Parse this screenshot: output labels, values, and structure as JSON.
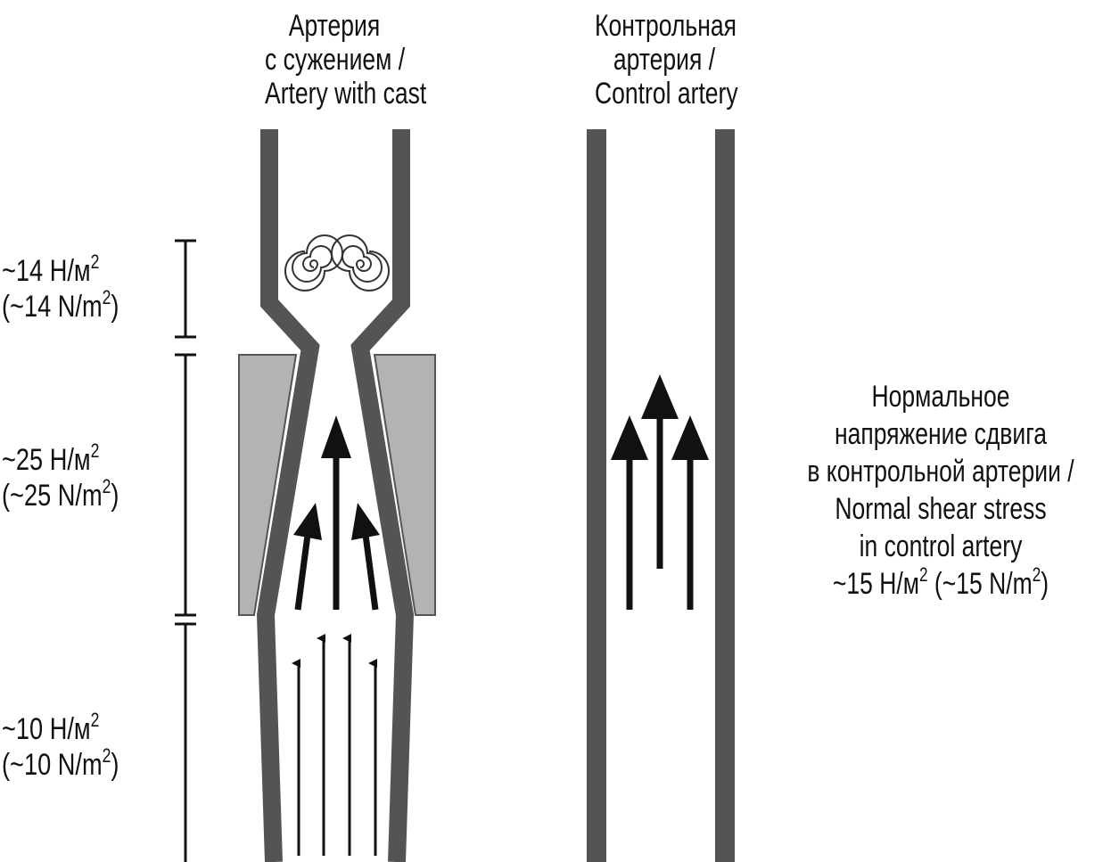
{
  "cast_artery_title": [
    "Артерия",
    "с сужением /",
    "Artery with cast"
  ],
  "control_artery_title": [
    "Контрольная",
    "артерия /",
    "Control artery"
  ],
  "stress_top": {
    "line1": "~14 Н/м",
    "sup1": "2",
    "line2": "(~14 N/m",
    "sup2": "2",
    "close2": ")"
  },
  "stress_mid": {
    "line1": "~25 Н/м",
    "sup1": "2",
    "line2": "(~25 N/m",
    "sup2": "2",
    "close2": ")"
  },
  "stress_bottom": {
    "line1": "~10 Н/м",
    "sup1": "2",
    "line2": "(~10 N/m",
    "sup2": "2",
    "close2": ")"
  },
  "normal_stress": {
    "lines": [
      "Нормальное",
      "напряжение сдвига",
      "в контрольной артерии /",
      "Normal shear stress",
      "in control artery"
    ],
    "value_ru": "~15 Н/м",
    "value_ru_sup": "2",
    "value_en": " (~15 N/m",
    "value_en_sup": "2",
    "value_close": ")"
  },
  "colors": {
    "vessel_wall": "#545454",
    "cast": "#b3b3b3",
    "arrow": "#111111",
    "bracket": "#111111"
  }
}
